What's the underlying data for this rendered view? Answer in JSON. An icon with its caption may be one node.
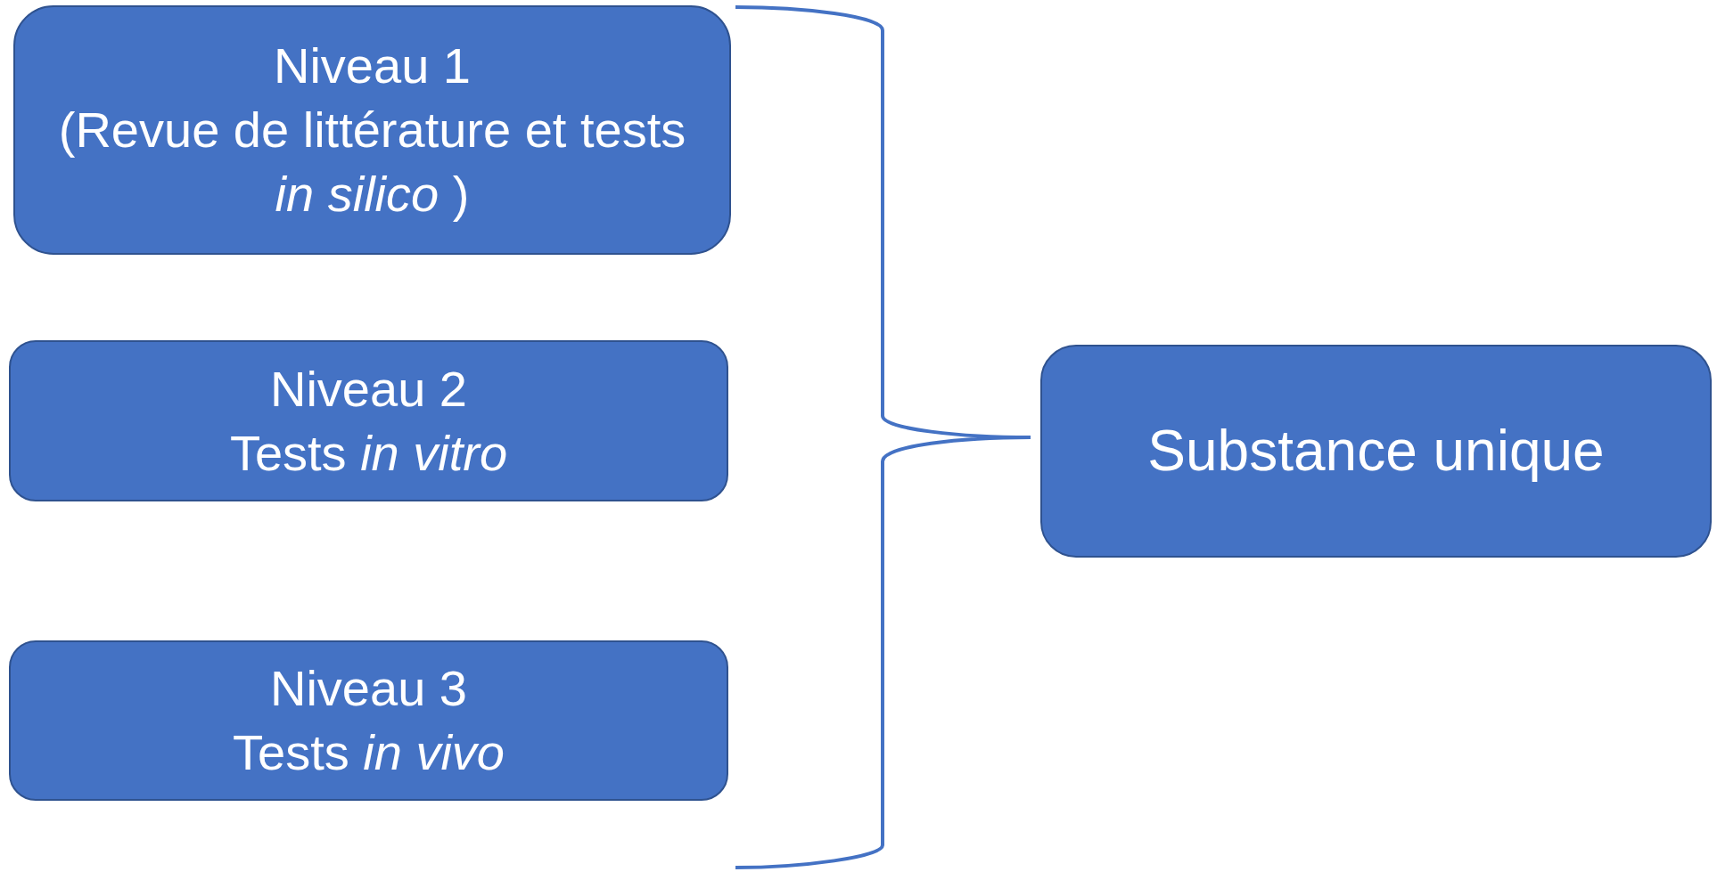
{
  "diagram": {
    "nodes": [
      {
        "text": [
          "Niveau 1",
          "(Revue de littérature et tests *in silico* )"
        ]
      },
      {
        "text": [
          "Niveau 2",
          "Tests *in vitro*"
        ]
      },
      {
        "text": [
          "Niveau 3",
          "Tests *in vivo*"
        ]
      },
      {
        "text": [
          "Substance unique"
        ]
      }
    ]
  }
}
